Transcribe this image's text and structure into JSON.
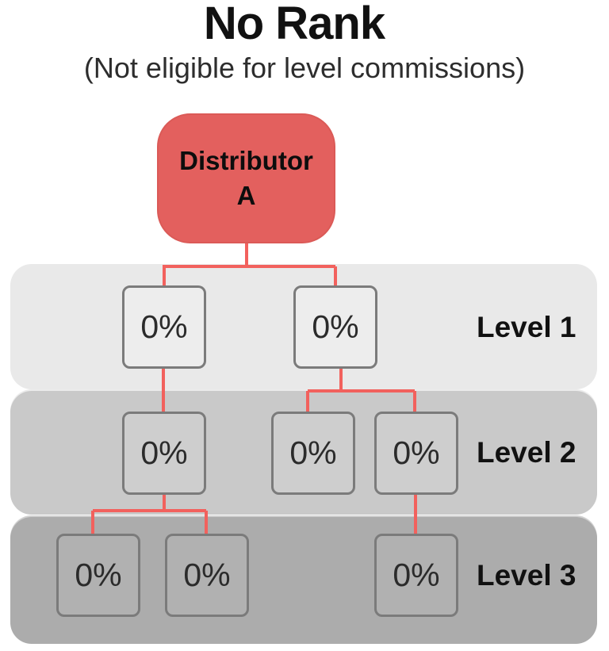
{
  "title": "No Rank",
  "subtitle": "(Not eligible for level commissions)",
  "root": {
    "name_line1": "Distributor",
    "name_line2": "A"
  },
  "levels": [
    {
      "label": "Level 1",
      "nodes": [
        {
          "value": "0%"
        },
        {
          "value": "0%"
        }
      ]
    },
    {
      "label": "Level 2",
      "nodes": [
        {
          "value": "0%"
        },
        {
          "value": "0%"
        },
        {
          "value": "0%"
        }
      ]
    },
    {
      "label": "Level 3",
      "nodes": [
        {
          "value": "0%"
        },
        {
          "value": "0%"
        },
        {
          "value": "0%"
        }
      ]
    }
  ],
  "colors": {
    "root_fill": "#e3605e",
    "root_border": "#db5a57",
    "connector": "#f2615d",
    "band_level1": "#e9e9e9",
    "band_level2": "#c9c9c9",
    "band_level3": "#acacac",
    "box_fill_level1": "#ededed",
    "box_fill_level2": "#cecece",
    "box_fill_level3": "#b1b1b1",
    "box_border": "#7b7b7b",
    "text": "#1c1c1c"
  }
}
